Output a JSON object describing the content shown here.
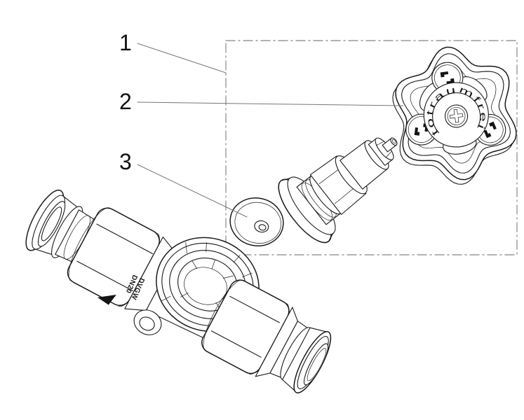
{
  "diagram": {
    "type": "exploded-parts-drawing",
    "subject": "straight-way stop valve with handwheel, bonnet insert and cover cap",
    "callouts": [
      {
        "number": "1",
        "target": "upper-part-group"
      },
      {
        "number": "2",
        "target": "handwheel"
      },
      {
        "number": "3",
        "target": "cover-cap"
      }
    ],
    "handwheel": {
      "hub_text": "totraumfrei",
      "center_screw": "cross-recess",
      "logo_medallions": 3
    },
    "valve_body": {
      "marking_line1": "DVGW",
      "marking_line2": "DN20",
      "has_flow_arrow": true
    },
    "colors": {
      "drawing_line": "#1a1a1a",
      "leader_line": "#777777",
      "group_box": "#999999",
      "background": "#ffffff"
    }
  }
}
